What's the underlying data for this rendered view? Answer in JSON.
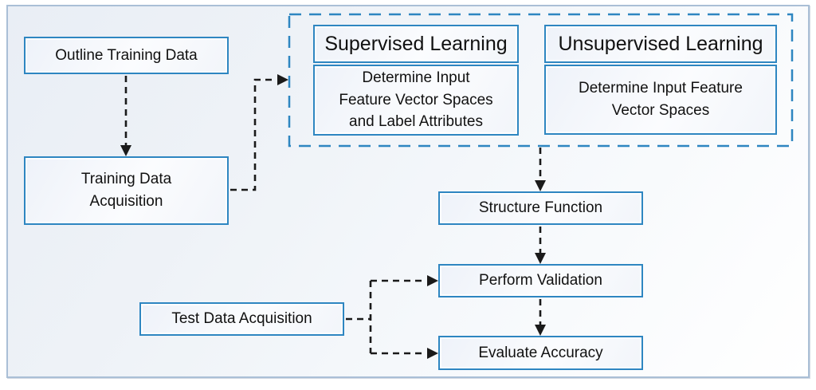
{
  "figure": {
    "type": "flowchart",
    "colors": {
      "box_border": "#2E86C1",
      "frame_border": "#AABFD6",
      "connector": "#1A1A1A",
      "background": "#EDF1F7"
    }
  },
  "nodes": {
    "outline_training_data": {
      "label": "Outline Training Data"
    },
    "training_data_acquisition": {
      "label": "Training Data\nAcquisition"
    },
    "structure_function": {
      "label": "Structure Function"
    },
    "perform_validation": {
      "label": "Perform Validation"
    },
    "test_data_acquisition": {
      "label": "Test Data Acquisition"
    },
    "evaluate_accuracy": {
      "label": "Evaluate Accuracy"
    }
  },
  "groups": {
    "supervised": {
      "title": "Supervised Learning",
      "body": "Determine Input\nFeature Vector Spaces\nand Label Attributes"
    },
    "unsupervised": {
      "title": "Unsupervised Learning",
      "body": "Determine Input Feature\nVector Spaces"
    }
  }
}
